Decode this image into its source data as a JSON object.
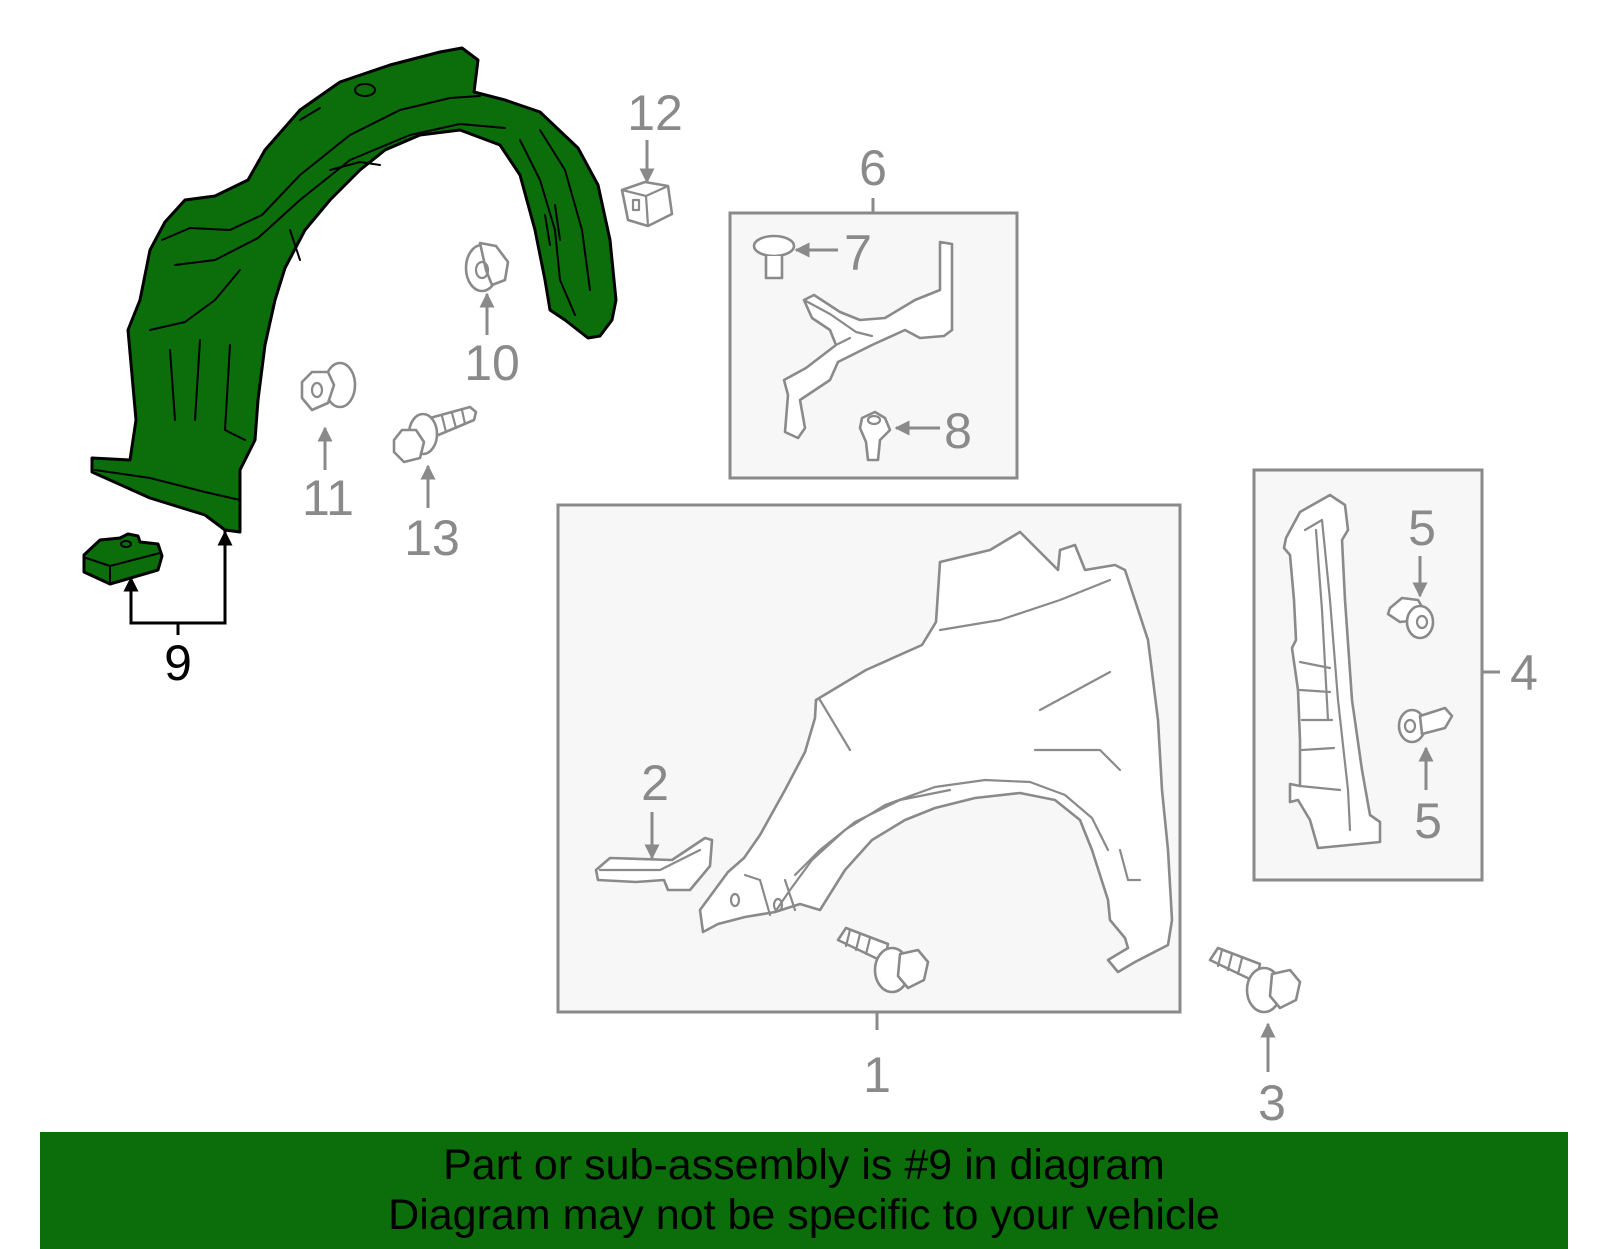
{
  "highlight_color": "#0b6e0b",
  "callouts": {
    "c1": "1",
    "c2": "2",
    "c3": "3",
    "c4": "4",
    "c5a": "5",
    "c5b": "5",
    "c6": "6",
    "c7": "7",
    "c8": "8",
    "c9": "9",
    "c10": "10",
    "c11": "11",
    "c12": "12",
    "c13": "13"
  },
  "banner": {
    "line1": "Part or sub-assembly is #9 in diagram",
    "line2": "Diagram may not be specific to your vehicle"
  },
  "icons": [
    "fender-liner-part",
    "liner-clip-part",
    "fender-part",
    "bracket-part",
    "bolt-part",
    "nut-part",
    "clip-part",
    "garnish-part"
  ]
}
